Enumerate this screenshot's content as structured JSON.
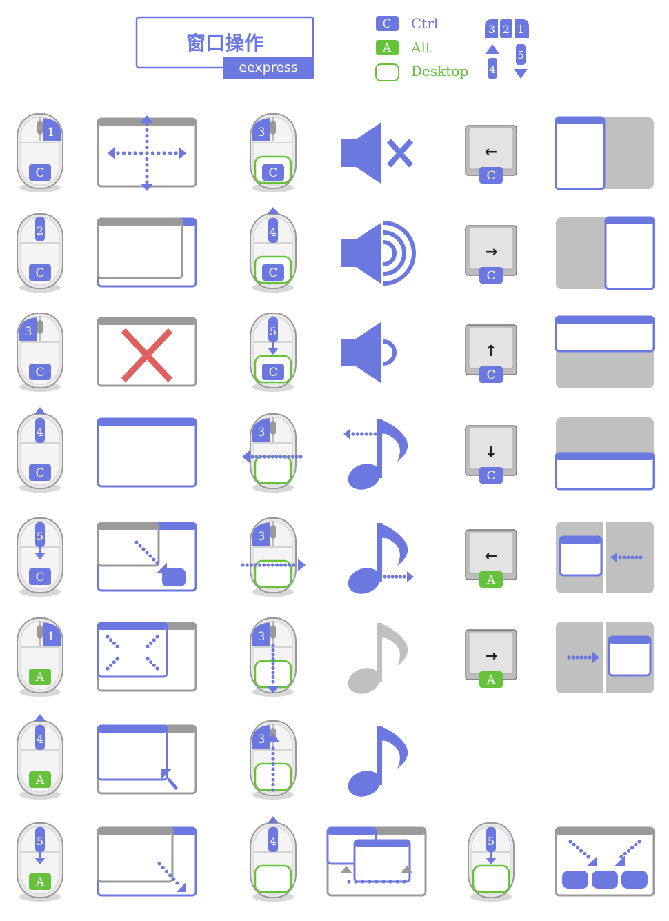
{
  "header": {
    "title": "窗口操作",
    "author": "eexpress",
    "legend": [
      {
        "key": "C",
        "label": "Ctrl",
        "kind": "ctrl"
      },
      {
        "key": "A",
        "label": "Alt",
        "kind": "alt"
      },
      {
        "key": "",
        "label": "Desktop",
        "kind": "desktop"
      }
    ],
    "mouse_legend": {
      "buttons": [
        "3",
        "2",
        "1"
      ],
      "wheel_up": "4",
      "wheel_down": "5"
    }
  },
  "colors": {
    "accent": "#6a78e0",
    "green": "#66c13b",
    "gray": "#9a9a9a",
    "light_gray": "#c0c0c0",
    "red": "#e06060",
    "mouse_body": "#e8e8e8"
  },
  "grid": [
    {
      "col": 0,
      "row": 0,
      "type": "mouse",
      "btn": "1",
      "btnPos": "right",
      "mod": "C"
    },
    {
      "col": 0,
      "row": 1,
      "type": "mouse",
      "btn": "2",
      "btnPos": "mid",
      "mod": "C"
    },
    {
      "col": 0,
      "row": 2,
      "type": "mouse",
      "btn": "3",
      "btnPos": "left",
      "mod": "C"
    },
    {
      "col": 0,
      "row": 3,
      "type": "mouse",
      "btn": "4",
      "btnPos": "up",
      "mod": "C"
    },
    {
      "col": 0,
      "row": 4,
      "type": "mouse",
      "btn": "5",
      "btnPos": "down",
      "mod": "C"
    },
    {
      "col": 0,
      "row": 5,
      "type": "mouse",
      "btn": "1",
      "btnPos": "right",
      "mod": "A"
    },
    {
      "col": 0,
      "row": 6,
      "type": "mouse",
      "btn": "4",
      "btnPos": "up",
      "mod": "A"
    },
    {
      "col": 0,
      "row": 7,
      "type": "mouse",
      "btn": "5",
      "btnPos": "down",
      "mod": "A"
    },
    {
      "col": 1,
      "row": 0,
      "type": "win-move"
    },
    {
      "col": 1,
      "row": 1,
      "type": "win-raise"
    },
    {
      "col": 1,
      "row": 2,
      "type": "win-close"
    },
    {
      "col": 1,
      "row": 3,
      "type": "win-max"
    },
    {
      "col": 1,
      "row": 4,
      "type": "win-min"
    },
    {
      "col": 1,
      "row": 5,
      "type": "win-resize"
    },
    {
      "col": 1,
      "row": 6,
      "type": "win-grow"
    },
    {
      "col": 1,
      "row": 7,
      "type": "win-shrink"
    },
    {
      "col": 2,
      "row": 0,
      "type": "mouse",
      "btn": "3",
      "btnPos": "left",
      "mod": "C",
      "desk": true
    },
    {
      "col": 2,
      "row": 1,
      "type": "mouse",
      "btn": "4",
      "btnPos": "up",
      "mod": "C",
      "desk": true
    },
    {
      "col": 2,
      "row": 2,
      "type": "mouse",
      "btn": "5",
      "btnPos": "down",
      "mod": "C",
      "desk": true
    },
    {
      "col": 2,
      "row": 3,
      "type": "mouse",
      "btn": "3",
      "btnPos": "left",
      "mod": "",
      "desk": true,
      "drag": "left"
    },
    {
      "col": 2,
      "row": 4,
      "type": "mouse",
      "btn": "3",
      "btnPos": "left",
      "mod": "",
      "desk": true,
      "drag": "right"
    },
    {
      "col": 2,
      "row": 5,
      "type": "mouse",
      "btn": "3",
      "btnPos": "left",
      "mod": "",
      "desk": true,
      "drag": "down"
    },
    {
      "col": 2,
      "row": 6,
      "type": "mouse",
      "btn": "3",
      "btnPos": "left",
      "mod": "",
      "desk": true,
      "drag": "up"
    },
    {
      "col": 2,
      "row": 7,
      "type": "mouse",
      "btn": "4",
      "btnPos": "up",
      "mod": "",
      "desk": true
    },
    {
      "col": 3,
      "row": 0,
      "type": "vol-mute"
    },
    {
      "col": 3,
      "row": 1,
      "type": "vol-up"
    },
    {
      "col": 3,
      "row": 2,
      "type": "vol-down"
    },
    {
      "col": 3,
      "row": 3,
      "type": "note",
      "dir": "left",
      "color": "accent"
    },
    {
      "col": 3,
      "row": 4,
      "type": "note",
      "dir": "right",
      "color": "accent"
    },
    {
      "col": 3,
      "row": 5,
      "type": "note",
      "dir": "",
      "color": "light_gray"
    },
    {
      "col": 3,
      "row": 6,
      "type": "note",
      "dir": "",
      "color": "accent"
    },
    {
      "col": 3,
      "row": 7,
      "type": "win-cycle"
    },
    {
      "col": 4,
      "row": 0,
      "type": "key",
      "arrow": "←",
      "mod": "C"
    },
    {
      "col": 4,
      "row": 1,
      "type": "key",
      "arrow": "→",
      "mod": "C"
    },
    {
      "col": 4,
      "row": 2,
      "type": "key",
      "arrow": "↑",
      "mod": "C"
    },
    {
      "col": 4,
      "row": 3,
      "type": "key",
      "arrow": "↓",
      "mod": "C"
    },
    {
      "col": 4,
      "row": 4,
      "type": "key",
      "arrow": "←",
      "mod": "A"
    },
    {
      "col": 4,
      "row": 5,
      "type": "key",
      "arrow": "→",
      "mod": "A"
    },
    {
      "col": 4,
      "row": 7,
      "type": "mouse",
      "btn": "5",
      "btnPos": "down",
      "mod": "",
      "desk": true
    },
    {
      "col": 5,
      "row": 0,
      "type": "tile-left"
    },
    {
      "col": 5,
      "row": 1,
      "type": "tile-right"
    },
    {
      "col": 5,
      "row": 2,
      "type": "tile-top"
    },
    {
      "col": 5,
      "row": 3,
      "type": "tile-bottom"
    },
    {
      "col": 5,
      "row": 4,
      "type": "ws-left"
    },
    {
      "col": 5,
      "row": 5,
      "type": "ws-right"
    },
    {
      "col": 5,
      "row": 7,
      "type": "win-expose"
    }
  ]
}
